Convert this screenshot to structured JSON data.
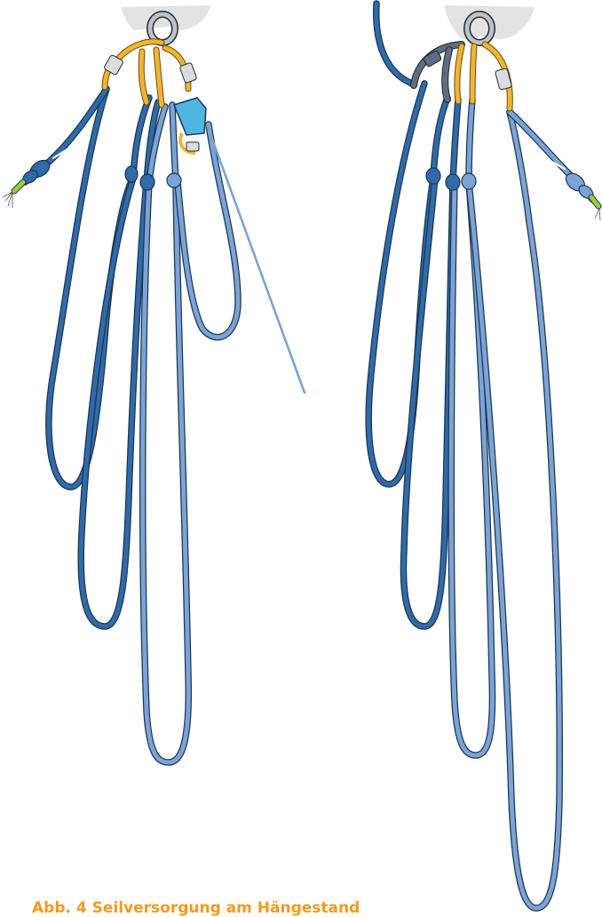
{
  "caption": "Abb. 4 Seilversorgung am Hängestand",
  "colors": {
    "rope_dark": "#2f6ba8",
    "rope_light": "#7ba4d6",
    "rope_outline": "#1c3550",
    "carabiner_gold": "#f2b531",
    "carabiner_grey": "#5d6e82",
    "device_cyan": "#4fb6e2",
    "rock": "#e3e3e3",
    "bolt": "#b9c3cc",
    "rope_end_green": "#9ccc3a",
    "caption": "#f39a1e"
  },
  "diagrams": [
    {
      "name": "left-setup"
    },
    {
      "name": "right-setup"
    }
  ]
}
